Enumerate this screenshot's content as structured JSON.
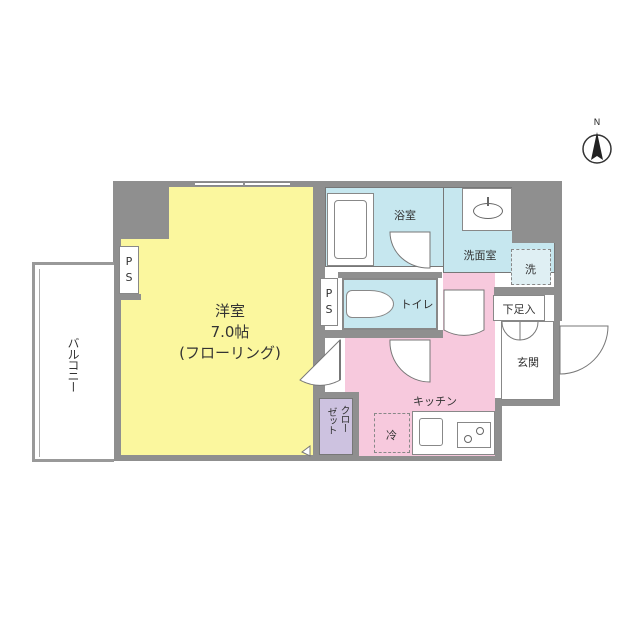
{
  "floorplan": {
    "compass": {
      "label": "N",
      "icon": "north-arrow-icon"
    },
    "rooms": {
      "western_room": {
        "name": "洋室",
        "size": "7.0帖",
        "note": "(フローリング)",
        "color": "#fbf79e"
      },
      "balcony": {
        "name": "バルコニー",
        "color": "#ffffff"
      },
      "bathroom": {
        "name": "浴室",
        "color": "#c6e7ef"
      },
      "washroom": {
        "name": "洗面室",
        "color": "#c6e7ef"
      },
      "toilet": {
        "name": "トイレ",
        "color": "#c6e7ef"
      },
      "kitchen": {
        "name": "キッチン",
        "color": "#f7c9dd"
      },
      "closet": {
        "name": "クローゼット",
        "line1": "クロー",
        "line2": "ゼット",
        "color": "#cdc2e0"
      },
      "entrance": {
        "name": "玄関",
        "color": "#ffffff"
      },
      "shoe_storage": {
        "name": "下足入"
      }
    },
    "fixtures": {
      "ps_left": {
        "p": "P",
        "s": "S"
      },
      "ps_center": {
        "p": "P",
        "s": "S"
      },
      "washer": "洗",
      "fridge": "冷"
    },
    "colors": {
      "wall": "#8f8f8f",
      "line": "#777777"
    }
  }
}
